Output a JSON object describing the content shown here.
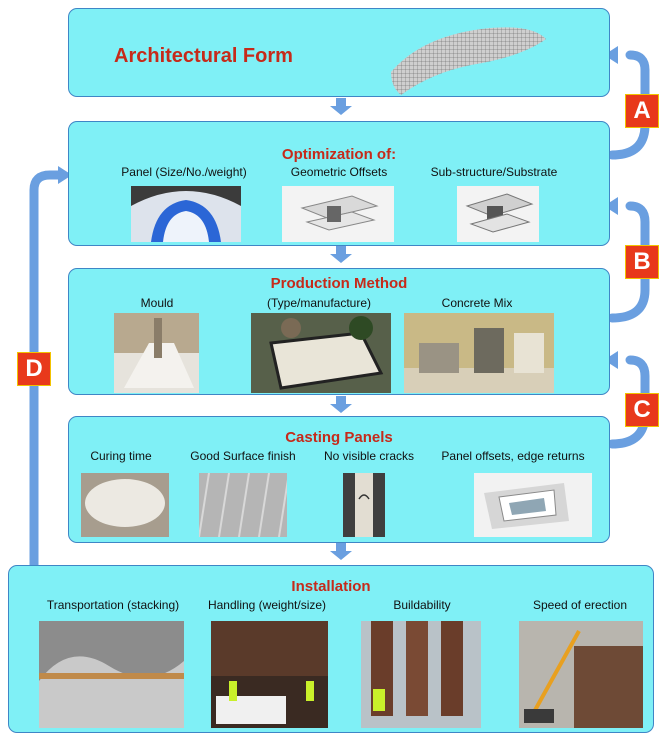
{
  "colors": {
    "box_fill": "#7ff0f6",
    "box_border": "#3f86c6",
    "title": "#c62a1a",
    "arrow": "#6a9fe0",
    "badge": "#e8391b"
  },
  "stage1": {
    "title": "Architectural Form"
  },
  "stage2": {
    "title": "Optimization of:",
    "labels": [
      "Panel (Size/No./weight)",
      "Geometric Offsets",
      "Sub-structure/Substrate"
    ]
  },
  "stage3": {
    "title": "Production Method",
    "labels": [
      "Mould",
      "(Type/manufacture)",
      "Concrete Mix"
    ]
  },
  "stage4": {
    "title": "Casting Panels",
    "labels": [
      "Curing time",
      "Good Surface finish",
      "No visible cracks",
      "Panel offsets, edge returns"
    ]
  },
  "stage5": {
    "title": "Installation",
    "labels": [
      "Transportation (stacking)",
      "Handling (weight/size)",
      "Buildability",
      "Speed of erection"
    ]
  },
  "feedback": {
    "a": "A",
    "b": "B",
    "c": "C",
    "d": "D"
  }
}
